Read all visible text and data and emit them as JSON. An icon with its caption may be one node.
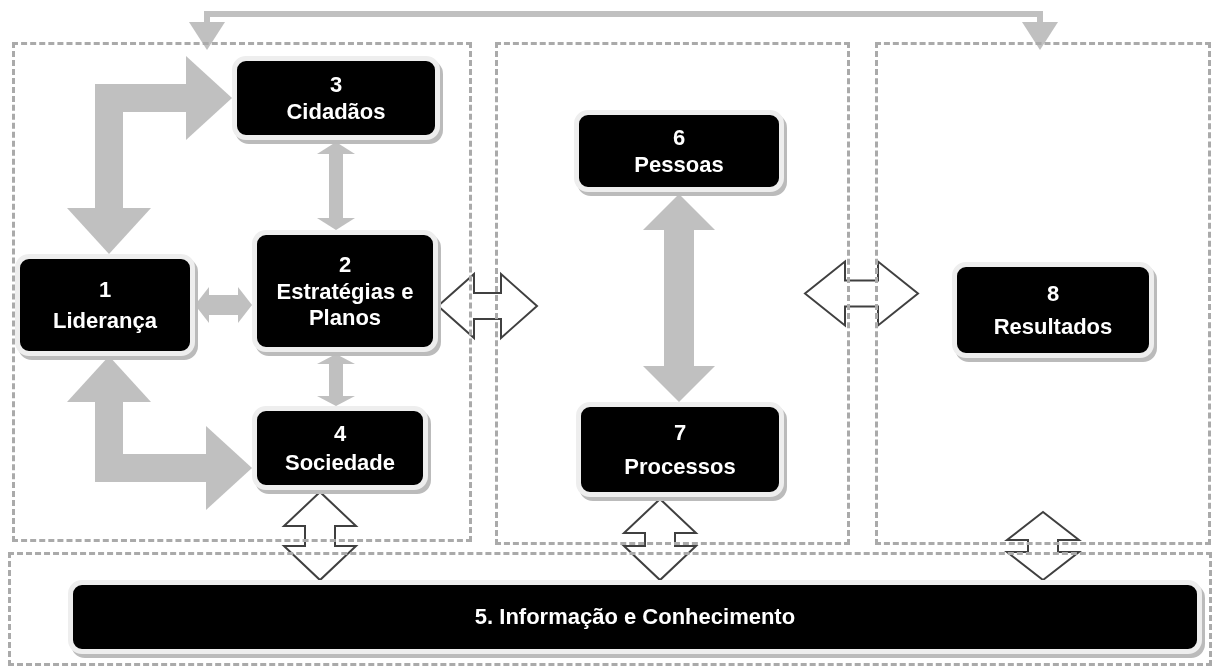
{
  "diagram": {
    "nodes": [
      {
        "text": [],
        "shape": "box"
      },
      {
        "text": [
          "3",
          "Cidadãos"
        ],
        "in": 0
      },
      {
        "text": [
          "1",
          "Liderança"
        ],
        "in": 0
      },
      {
        "text": [
          "2",
          "Estratégias e Planos"
        ],
        "in": 0
      },
      {
        "text": [
          "4",
          "Sociedade"
        ],
        "in": 0
      },
      {
        "text": [],
        "shape": "box"
      },
      {
        "text": [
          "6",
          "Pessoas"
        ],
        "in": 5
      },
      {
        "text": [
          "7",
          "Processos"
        ],
        "in": 5
      },
      {
        "text": [],
        "shape": "box"
      },
      {
        "text": [
          "8",
          "Resultados"
        ],
        "in": 8
      },
      {
        "text": [],
        "shape": "box"
      },
      {
        "text": [
          "5. Informação e Conhecimento"
        ],
        "in": 10
      }
    ],
    "edges": [
      {
        "from": 0,
        "to": 8,
        "arrow": "both"
      },
      {
        "from": 2,
        "to": 1,
        "arrow": "both"
      },
      {
        "from": 2,
        "to": 4,
        "arrow": "both"
      },
      {
        "from": 2,
        "to": 3,
        "arrow": "both"
      },
      {
        "from": 1,
        "to": 3,
        "arrow": "both"
      },
      {
        "from": 3,
        "to": 4,
        "arrow": "both"
      },
      {
        "from": 3,
        "to": 5,
        "arrow": "both",
        "color": "#404040"
      },
      {
        "from": 6,
        "to": 7,
        "arrow": "both"
      },
      {
        "from": 5,
        "to": 8,
        "arrow": "both",
        "color": "#404040"
      },
      {
        "from": 4,
        "to": 11,
        "arrow": "both",
        "color": "#404040"
      },
      {
        "from": 7,
        "to": 11,
        "arrow": "both",
        "color": "#404040"
      },
      {
        "from": 8,
        "to": 11,
        "arrow": "both",
        "color": "#404040"
      }
    ]
  }
}
